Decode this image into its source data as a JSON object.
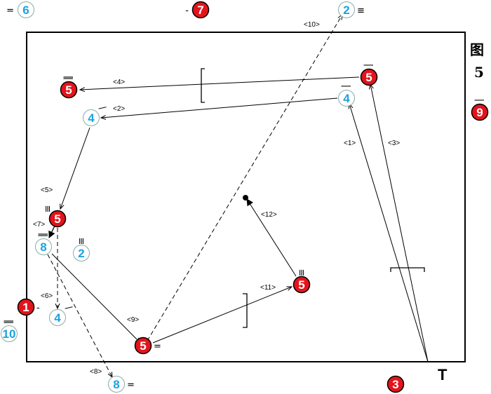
{
  "header": {
    "char": "图",
    "number": "5"
  },
  "colors": {
    "red_player": "#e3141b",
    "blue_player": "#1aa3e0",
    "player_fill": "#ffffff",
    "line": "#000000"
  },
  "players": [
    {
      "id": "p6-top",
      "num": "6",
      "team": "blue",
      "marker": "="
    },
    {
      "id": "p7-top",
      "num": "7",
      "team": "red",
      "marker": "-"
    },
    {
      "id": "p2-top",
      "num": "2",
      "team": "blue",
      "marker": "≡"
    },
    {
      "id": "p9-right",
      "num": "9",
      "team": "red",
      "marker": "|"
    },
    {
      "id": "p5-topright",
      "num": "5",
      "team": "red",
      "marker": "|"
    },
    {
      "id": "p4-topright",
      "num": "4",
      "team": "blue",
      "marker": "|"
    },
    {
      "id": "p5-topleft",
      "num": "5",
      "team": "red",
      "marker": "‖"
    },
    {
      "id": "p4-left",
      "num": "4",
      "team": "blue",
      "marker": "/"
    },
    {
      "id": "p5-midleft",
      "num": "5",
      "team": "red",
      "marker": "≡"
    },
    {
      "id": "p8-left",
      "num": "8",
      "team": "blue",
      "marker": "‖"
    },
    {
      "id": "p2-left",
      "num": "2",
      "team": "blue",
      "marker": "≡"
    },
    {
      "id": "p5-midright",
      "num": "5",
      "team": "red",
      "marker": "≡"
    },
    {
      "id": "p1-left",
      "num": "1",
      "team": "red",
      "marker": "-"
    },
    {
      "id": "p4-bottomleft",
      "num": "4",
      "team": "blue",
      "marker": "/"
    },
    {
      "id": "p10-left",
      "num": "10",
      "team": "blue",
      "marker": "‖"
    },
    {
      "id": "p5-bottom",
      "num": "5",
      "team": "red",
      "marker": "="
    },
    {
      "id": "p8-bottom",
      "num": "8",
      "team": "blue",
      "marker": "="
    },
    {
      "id": "p3-bottom",
      "num": "3",
      "team": "red",
      "marker": ""
    }
  ],
  "passes": [
    {
      "label": "<1>",
      "style": "solid"
    },
    {
      "label": "<2>",
      "style": "solid"
    },
    {
      "label": "<3>",
      "style": "solid"
    },
    {
      "label": "<4>",
      "style": "solid"
    },
    {
      "label": "<5>",
      "style": "solid"
    },
    {
      "label": "<6>",
      "style": "dashed"
    },
    {
      "label": "<7>",
      "style": "solid"
    },
    {
      "label": "<8>",
      "style": "dashed"
    },
    {
      "label": "<9>",
      "style": "solid"
    },
    {
      "label": "<10>",
      "style": "dashed"
    },
    {
      "label": "<11>",
      "style": "solid"
    },
    {
      "label": "<12>",
      "style": "solid"
    }
  ],
  "coach_symbol": "T"
}
